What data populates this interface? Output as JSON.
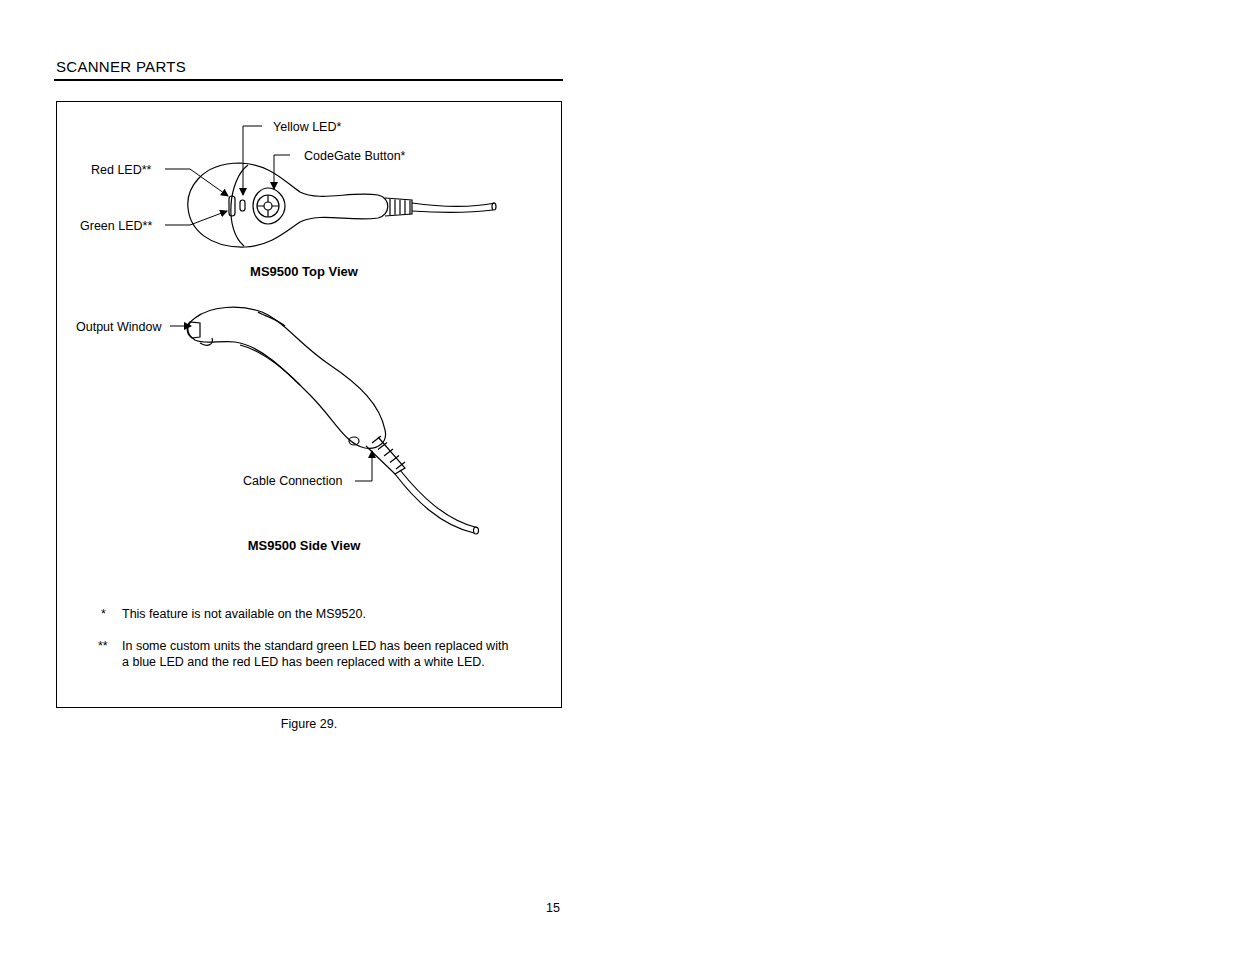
{
  "diagram": {
    "title": "SCANNER PARTS",
    "caption": "Figure 29.",
    "labels": [
      "Yellow LED*",
      "CodeGate Button*",
      "Red LED**",
      "Green LED**",
      "MS9500 Top View",
      "Output Window",
      "Cable Connection",
      "MS9500 Side View",
      "*",
      "This feature is not available on the MS9520.",
      "**",
      "In some custom units the standard green LED has been replaced with a blue LED and the red LED has been replaced with a white LED.",
      "15"
    ]
  }
}
